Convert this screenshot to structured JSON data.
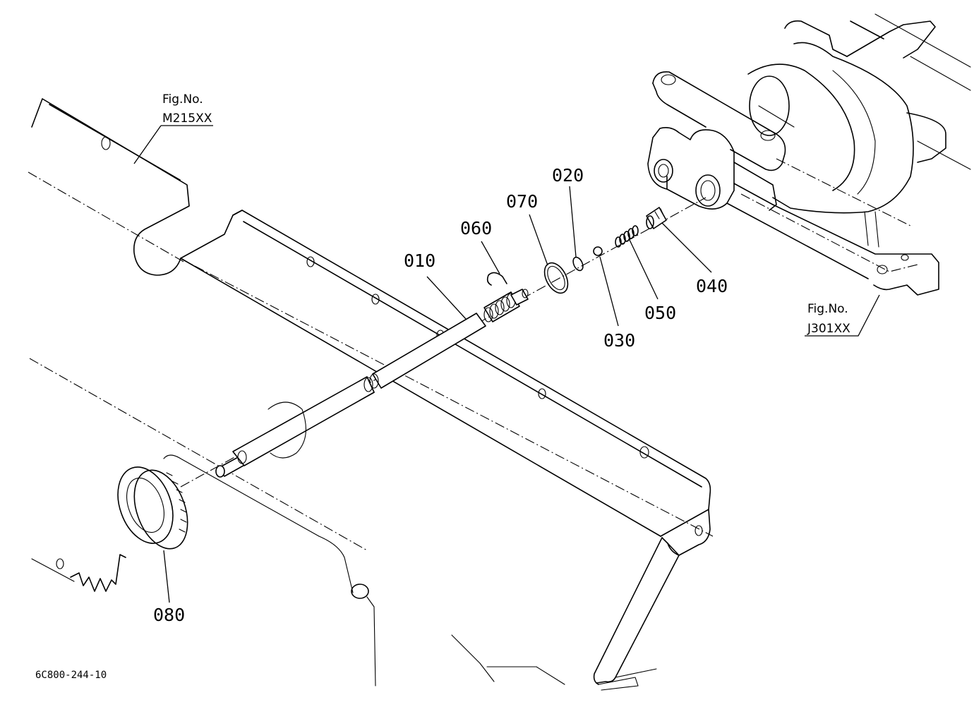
{
  "parts": [
    {
      "id": "p010",
      "label": "010"
    },
    {
      "id": "p020",
      "label": "020"
    },
    {
      "id": "p030",
      "label": "030"
    },
    {
      "id": "p040",
      "label": "040"
    },
    {
      "id": "p050",
      "label": "050"
    },
    {
      "id": "p060",
      "label": "060"
    },
    {
      "id": "p070",
      "label": "070"
    },
    {
      "id": "p080",
      "label": "080"
    }
  ],
  "figure_refs": [
    {
      "prefix": "Fig.No.",
      "code": "M215XX"
    },
    {
      "prefix": "Fig.No.",
      "code": "J301XX"
    }
  ],
  "drawing_code": "6C800-244-10"
}
